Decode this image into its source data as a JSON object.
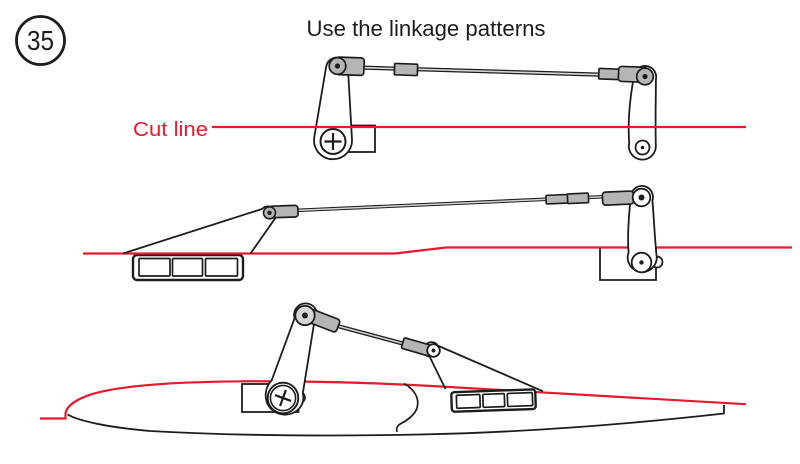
{
  "step_badge": {
    "number": "35"
  },
  "header": {
    "title": "Use the linkage patterns"
  },
  "cut_line": {
    "label": "Cut line"
  },
  "colors": {
    "cut_line_red": "#e8192c",
    "line_black": "#1d1d1b",
    "metal_gray": "#b5b5b5",
    "rod_highlight": "#d2d2d2",
    "background": "#ffffff"
  }
}
